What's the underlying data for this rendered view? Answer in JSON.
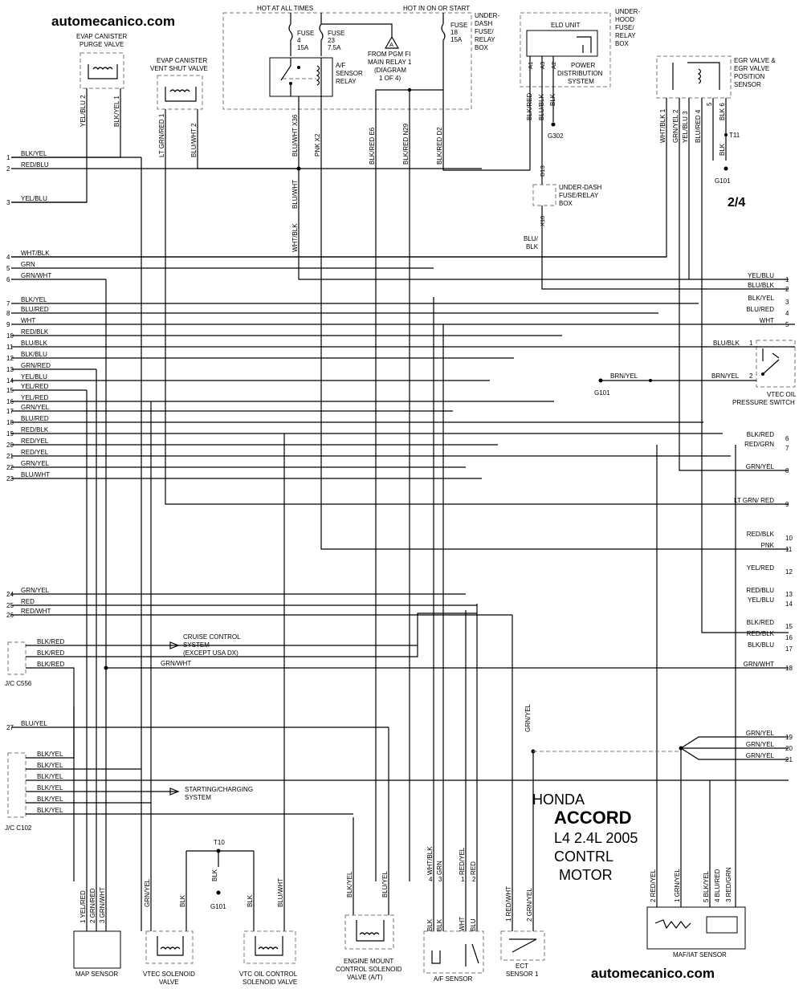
{
  "header": {
    "site_top": "automecanico.com",
    "site_bottom": "automecanico.com",
    "page": "2/4"
  },
  "title_block": {
    "make": "HONDA",
    "model": "ACCORD",
    "engine": "L4 2.4L 2005",
    "line1": "CONTRL",
    "line2": "MOTOR"
  },
  "top": {
    "hot_at_all_times": "HOT AT ALL TIMES",
    "hot_in_on_start": "HOT IN ON OR START",
    "underdash_box": [
      "UNDER-",
      "DASH",
      "FUSE/",
      "RELAY",
      "BOX"
    ],
    "fuse4": [
      "FUSE",
      "4",
      "15A"
    ],
    "fuse23": [
      "FUSE",
      "23",
      "7.5A"
    ],
    "fuse18": [
      "FUSE",
      "18",
      "15A"
    ],
    "af_relay": [
      "A/F",
      "SENSOR",
      "RELAY"
    ],
    "pgm_fi": [
      "FROM PGM FI",
      "MAIN RELAY 1",
      "(DIAGRAM",
      "1 OF 4)"
    ],
    "pgm_fi_mark": "A",
    "eld_unit": "ELD UNIT",
    "power_dist": [
      "POWER",
      "DISTRIBUTION",
      "SYSTEM"
    ],
    "underhood_box": [
      "UNDER-",
      "HOOD",
      "FUSE/",
      "RELAY",
      "BOX"
    ],
    "underdash2": [
      "UNDER-DASH",
      "FUSE/RELAY",
      "BOX"
    ],
    "g302": "G302",
    "d13": "D13",
    "x10": "X10",
    "blu_blk": [
      "BLU/",
      "BLK"
    ],
    "eld_pins": [
      "A1",
      "A3",
      "A2"
    ],
    "eld_wires": [
      "BLK/RED",
      "BLU/BLK",
      "BLK"
    ]
  },
  "components": {
    "evap_purge": [
      "EVAP CANISTER",
      "PURGE VALVE"
    ],
    "evap_vent": [
      "EVAP CANISTER",
      "VENT SHUT VALVE"
    ],
    "egr": [
      "EGR VALVE &",
      "EGR VALVE",
      "POSITION",
      "SENSOR"
    ],
    "vtec_oil": [
      "VTEC OIL",
      "PRESSURE SWITCH"
    ],
    "cruise": [
      "CRUISE CONTROL",
      "SYSTEM",
      "(EXCEPT USA DX)"
    ],
    "starting": [
      "STARTING/CHARGING",
      "SYSTEM"
    ],
    "map_sensor": "MAP SENSOR",
    "vtec_solenoid": [
      "VTEC SOLENOID",
      "VALVE"
    ],
    "vtc_solenoid": [
      "VTC OIL CONTROL",
      "SOLENOID VALVE"
    ],
    "engine_mount": [
      "ENGINE MOUNT",
      "CONTROL SOLENOID",
      "VALVE    (A/T)"
    ],
    "af_sensor": "A/F SENSOR",
    "ect_sensor": [
      "ECT",
      "SENSOR 1"
    ],
    "maf_sensor": "MAF/IAT SENSOR",
    "jc_c556": "J/C C556",
    "jc_c102": "J/C C102",
    "t10": "T10",
    "t11": "T11",
    "g101": "G101"
  },
  "top_wires": {
    "purge": [
      "YEL/BLU  2",
      "BLK/YEL  1"
    ],
    "vent": [
      "LT GRN/RED 1",
      "BLU/WHT  2"
    ],
    "relay": [
      "BLU/WHT  X36",
      "PNK   X2"
    ],
    "relay_low": [
      "BLU/WHT",
      "WHT/BLK"
    ],
    "main": [
      "BLK/RED   E6",
      "BLK/RED   N29",
      "BLK/RED   D2"
    ],
    "egr": [
      "WHT/BLK  1",
      "GRN/YEL  2",
      "YEL/BLU  3",
      "BLU/RED  4",
      "5",
      "BLK  6"
    ],
    "egr_gnd": "BLK",
    "egr_g101": "G101"
  },
  "left_pins": [
    {
      "n": "1",
      "label": "BLK/YEL"
    },
    {
      "n": "2",
      "label": "RED/BLU"
    },
    {
      "n": "3",
      "label": "YEL/BLU"
    },
    {
      "n": "4",
      "label": "WHT/BLK"
    },
    {
      "n": "5",
      "label": "GRN"
    },
    {
      "n": "6",
      "label": "GRN/WHT"
    },
    {
      "n": "7",
      "label": "BLK/YEL"
    },
    {
      "n": "8",
      "label": "BLU/RED"
    },
    {
      "n": "9",
      "label": "WHT"
    },
    {
      "n": "10",
      "label": "RED/BLK"
    },
    {
      "n": "11",
      "label": "BLU/BLK"
    },
    {
      "n": "12",
      "label": "BLK/BLU"
    },
    {
      "n": "13",
      "label": "GRN/RED"
    },
    {
      "n": "14",
      "label": "YEL/BLU"
    },
    {
      "n": "15",
      "label": "YEL/RED"
    },
    {
      "n": "16",
      "label": "YEL/RED"
    },
    {
      "n": "17",
      "label": "GRN/YEL"
    },
    {
      "n": "18",
      "label": "BLU/RED"
    },
    {
      "n": "19",
      "label": "RED/BLK"
    },
    {
      "n": "20",
      "label": "RED/YEL"
    },
    {
      "n": "21",
      "label": "RED/YEL"
    },
    {
      "n": "22",
      "label": "GRN/YEL"
    },
    {
      "n": "23",
      "label": "BLU/WHT"
    },
    {
      "n": "24",
      "label": "GRN/YEL"
    },
    {
      "n": "25",
      "label": "RED"
    },
    {
      "n": "26",
      "label": "RED/WHT"
    },
    {
      "n": "27",
      "label": "BLU/YEL"
    }
  ],
  "right_pins": [
    {
      "n": "1",
      "label": "YEL/BLU"
    },
    {
      "n": "2",
      "label": "BLU/BLK"
    },
    {
      "n": "3",
      "label": "BLK/YEL"
    },
    {
      "n": "4",
      "label": "BLU/RED"
    },
    {
      "n": "5",
      "label": "WHT"
    },
    {
      "n": "6",
      "label": "BLK/RED"
    },
    {
      "n": "7",
      "label": "RED/GRN"
    },
    {
      "n": "8",
      "label": "GRN/YEL"
    },
    {
      "n": "9",
      "label": "LT GRN/ RED"
    },
    {
      "n": "10",
      "label": "RED/BLK"
    },
    {
      "n": "11",
      "label": "PNK"
    },
    {
      "n": "12",
      "label": "YEL/RED"
    },
    {
      "n": "13",
      "label": "RED/BLU"
    },
    {
      "n": "14",
      "label": "YEL/BLU"
    },
    {
      "n": "15",
      "label": "BLK/RED"
    },
    {
      "n": "16",
      "label": "RED/BLK"
    },
    {
      "n": "17",
      "label": "BLK/BLU"
    },
    {
      "n": "18",
      "label": "GRN/WHT"
    },
    {
      "n": "19",
      "label": "GRN/YEL"
    },
    {
      "n": "20",
      "label": "GRN/YEL"
    },
    {
      "n": "21",
      "label": "GRN/YEL"
    }
  ],
  "vtec_switch": {
    "pin1": "BLU/BLK",
    "pin2": "BRN/YEL",
    "gnd_wire": "BRN/YEL",
    "gnd": "G101"
  },
  "jc_c556_wires": [
    "BLK/RED",
    "BLK/RED",
    "BLK/RED"
  ],
  "jc_c102_wires": [
    "BLK/YEL",
    "BLK/YEL",
    "BLK/YEL",
    "BLK/YEL",
    "BLK/YEL",
    "BLK/YEL"
  ],
  "grn_wht_18": "GRN/WHT",
  "grn_yel_vert": "GRN/YEL",
  "bottom_wires": {
    "map": [
      "1  YEL/RED",
      "2  GRN/RED",
      "3  GRN/WHT"
    ],
    "vtec": [
      "GRN/YEL",
      "BLK"
    ],
    "t10_blk": "BLK",
    "t10_g101": "G101",
    "vtc": [
      "BLK",
      "BLU/WHT"
    ],
    "mount": [
      "BLK/YEL",
      "BLU/YEL"
    ],
    "af": [
      "WHT/BLK",
      "GRN",
      "RED/YEL",
      "RED"
    ],
    "af_pins": [
      "4",
      "3",
      "1",
      "2"
    ],
    "af_inner": [
      "BLK",
      "BLK",
      "WHT",
      "BLU"
    ],
    "ect": [
      "1  RED/WHT",
      "2  GRN/YEL"
    ],
    "maf": [
      "2  RED/YEL",
      "1  GRN/YEL",
      "5  BLK/YEL",
      "4  BLU/RED",
      "3  RED/GRN"
    ]
  }
}
